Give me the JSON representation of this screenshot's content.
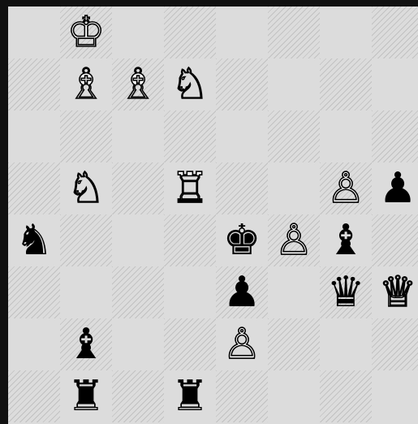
{
  "board": {
    "orientation": "partial-view",
    "pieces": [
      {
        "square": "b8",
        "color": "white",
        "type": "king",
        "glyph": "♔"
      },
      {
        "square": "b7",
        "color": "white",
        "type": "bishop",
        "glyph": "♗"
      },
      {
        "square": "c7",
        "color": "white",
        "type": "bishop",
        "glyph": "♗"
      },
      {
        "square": "d7",
        "color": "white",
        "type": "knight",
        "glyph": "♘"
      },
      {
        "square": "b5",
        "color": "white",
        "type": "knight",
        "glyph": "♘"
      },
      {
        "square": "d5",
        "color": "white",
        "type": "rook",
        "glyph": "♖"
      },
      {
        "square": "g5",
        "color": "white",
        "type": "pawn",
        "glyph": "♙"
      },
      {
        "square": "h5",
        "color": "black",
        "type": "pawn",
        "glyph": "♟"
      },
      {
        "square": "a4",
        "color": "black",
        "type": "knight",
        "glyph": "♞"
      },
      {
        "square": "e4",
        "color": "black",
        "type": "king",
        "glyph": "♚"
      },
      {
        "square": "f4",
        "color": "white",
        "type": "pawn",
        "glyph": "♙"
      },
      {
        "square": "g4",
        "color": "black",
        "type": "bishop",
        "glyph": "♝"
      },
      {
        "square": "e3",
        "color": "black",
        "type": "pawn",
        "glyph": "♟"
      },
      {
        "square": "g3",
        "color": "black",
        "type": "queen",
        "glyph": "♛"
      },
      {
        "square": "h3",
        "color": "white",
        "type": "queen",
        "glyph": "♕"
      },
      {
        "square": "b2",
        "color": "black",
        "type": "bishop",
        "glyph": "♝"
      },
      {
        "square": "e2",
        "color": "white",
        "type": "pawn",
        "glyph": "♙"
      },
      {
        "square": "b1",
        "color": "black",
        "type": "rook",
        "glyph": "♜"
      },
      {
        "square": "d1",
        "color": "black",
        "type": "rook",
        "glyph": "♜"
      }
    ]
  }
}
